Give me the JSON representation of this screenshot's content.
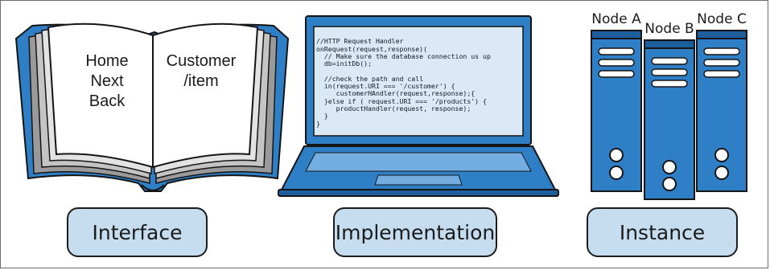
{
  "book": {
    "left_page_lines": [
      "Home",
      "Next",
      "Back"
    ],
    "right_page_lines": [
      "Customer",
      "/item"
    ]
  },
  "laptop": {
    "code_lines": [
      "//HTTP Request Handler",
      "onRequest(request,response)(",
      "  // Make sure the database connection us up",
      "  db=initDb();",
      "",
      "  //check the path and call",
      "  in(request.URI === '/customer') {",
      "     customerHAndler(request,response);{",
      "  }else if ( request.URI === '/products') {",
      "     productHandler(request, response);",
      "  }",
      "}"
    ]
  },
  "servers": {
    "nodes": [
      "Node A",
      "Node B",
      "Node C"
    ]
  },
  "labels": {
    "interface": "Interface",
    "implementation": "Implementation",
    "instance": "Instance"
  },
  "colors": {
    "blue": "#2f7fc6",
    "dark_blue": "#1d5f9c",
    "label_fill": "#c6ddef",
    "screen": "#dbe9f6"
  }
}
